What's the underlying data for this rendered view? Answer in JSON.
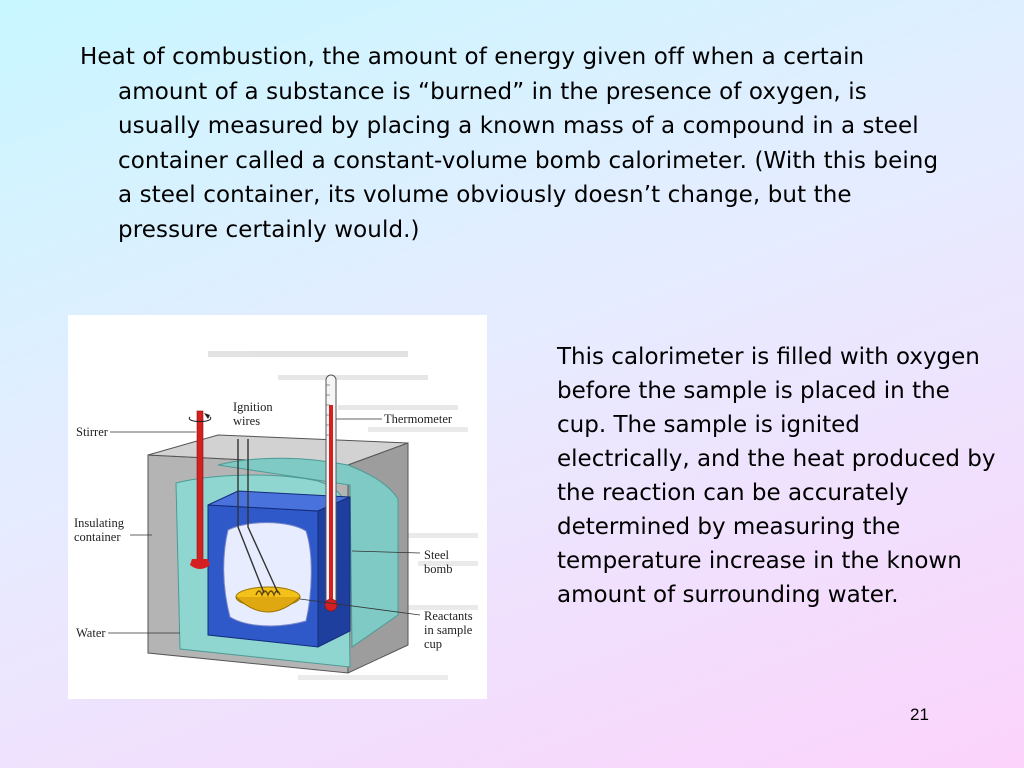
{
  "slide": {
    "intro_text": "Heat of combustion, the amount of energy given off when a certain amount of a substance is “burned” in the presence of oxygen, is usually measured by placing a known mass of a compound in a steel container called a constant-volume bomb calorimeter.  (With this being a steel container, its volume obviously doesn’t change, but the pressure certainly would.)",
    "side_text": "This calorimeter is filled with oxygen before the sample is placed in the cup.  The sample is ignited electrically, and the heat produced by the reaction can be accurately determined by measuring the temperature increase in the known amount of surrounding water.",
    "page_number": "21"
  },
  "diagram": {
    "labels": {
      "stirrer": "Stirrer",
      "ignition_1": "Ignition",
      "ignition_2": "wires",
      "thermometer": "Thermometer",
      "insulating_1": "Insulating",
      "insulating_2": "container",
      "steel_1": "Steel",
      "steel_2": "bomb",
      "water": "Water",
      "reactants_1": "Reactants",
      "reactants_2": "in sample",
      "reactants_3": "cup"
    },
    "colors": {
      "insulation": "#b9b9b9",
      "water": "#8fd6d0",
      "steel_bomb": "#2f58c8",
      "sample_cup": "#f2c21a",
      "stirrer": "#d42020"
    }
  }
}
